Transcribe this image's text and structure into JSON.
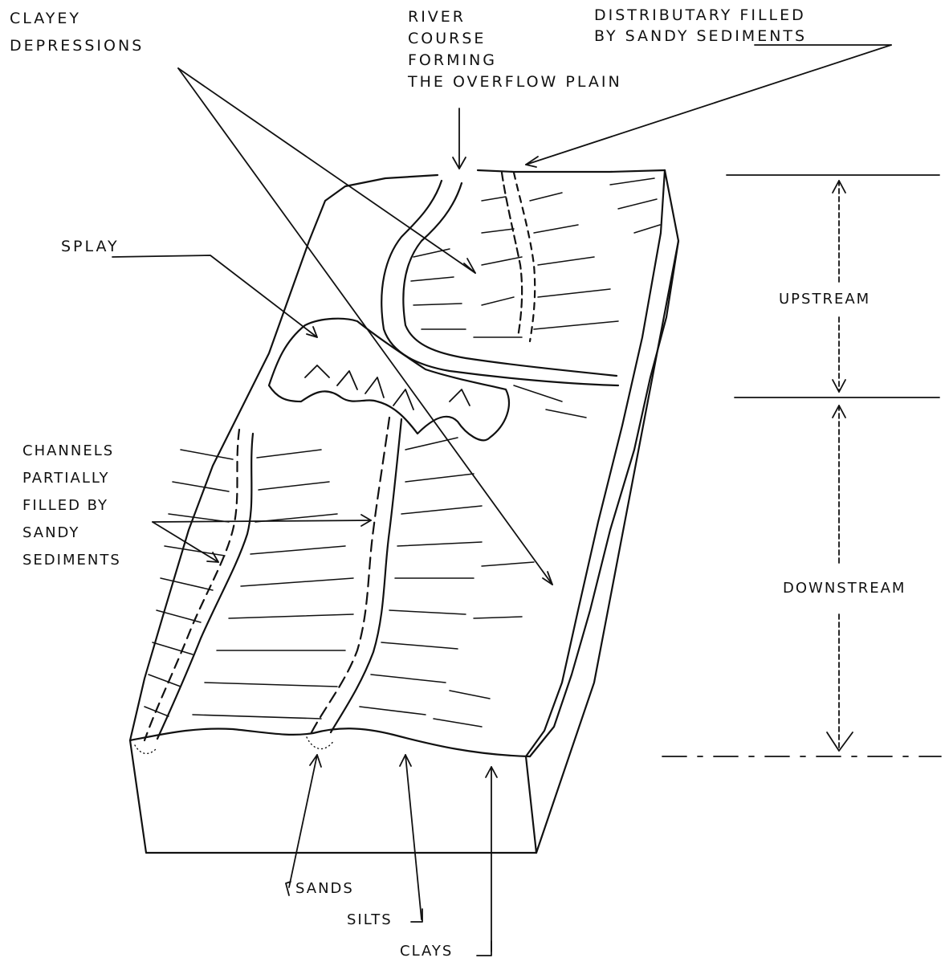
{
  "labels": {
    "clayey_depressions": [
      "CLAYEY",
      "DEPRESSIONS"
    ],
    "river_course": [
      "RIVER",
      "COURSE",
      "FORMING",
      "THE OVERFLOW PLAIN"
    ],
    "distributary": [
      "DISTRIBUTARY FILLED",
      "BY SANDY SEDIMENTS"
    ],
    "splay": "SPLAY",
    "channels": [
      "CHANNELS",
      "PARTIALLY",
      "FILLED BY",
      "SANDY",
      "SEDIMENTS"
    ],
    "upstream": "UPSTREAM",
    "downstream": "DOWNSTREAM",
    "sands": "SANDS",
    "silts": "SILTS",
    "clays": "CLAYS"
  },
  "colors": {
    "ink": "#111111",
    "paper": "#ffffff"
  }
}
